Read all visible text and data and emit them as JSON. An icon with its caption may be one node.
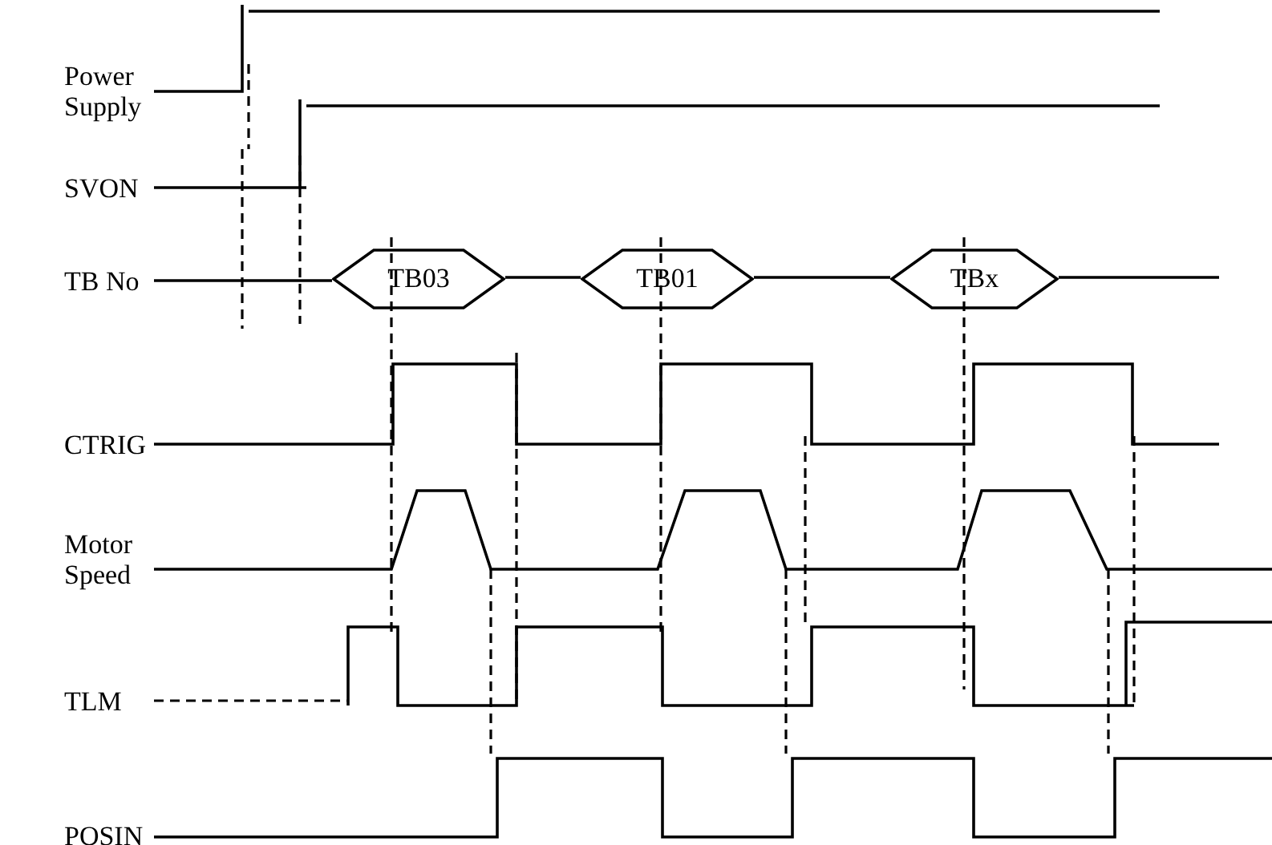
{
  "diagram": {
    "nodes": [
      {
        "text": [
          "TB03"
        ]
      },
      {
        "text": [
          "TB01"
        ]
      },
      {
        "text": [
          "TBx"
        ]
      }
    ],
    "edges": [
      {
        "from": 0,
        "to": 1,
        "arrow": "none"
      },
      {
        "from": 1,
        "to": 2,
        "arrow": "none"
      }
    ],
    "labels": [
      "Power Supply",
      "SVON",
      "TB No",
      "CTRIG",
      "Motor Speed",
      "TLM",
      "POSIN"
    ]
  }
}
